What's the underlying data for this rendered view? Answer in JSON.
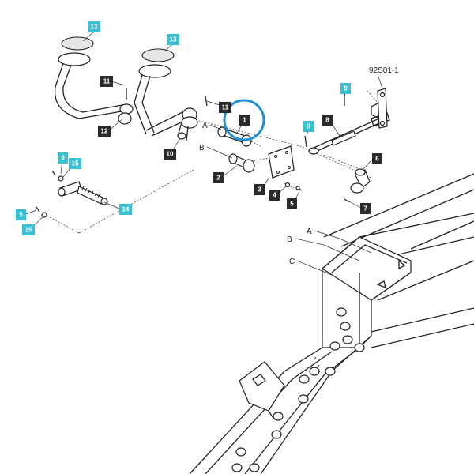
{
  "drawing_code": "92S01-1",
  "callout_colors": {
    "dark": "#2b2b2b",
    "cyan": "#39c0d2",
    "highlight": "#1e90d8"
  },
  "highlighted_part": "1",
  "callouts": [
    {
      "id": "c13a",
      "num": "13",
      "style": "cyan"
    },
    {
      "id": "c13b",
      "num": "13",
      "style": "cyan"
    },
    {
      "id": "c11a",
      "num": "11",
      "style": "dark"
    },
    {
      "id": "c11b",
      "num": "11",
      "style": "dark"
    },
    {
      "id": "c1",
      "num": "1",
      "style": "dark"
    },
    {
      "id": "c12",
      "num": "12",
      "style": "dark"
    },
    {
      "id": "c10",
      "num": "10",
      "style": "dark"
    },
    {
      "id": "c2",
      "num": "2",
      "style": "dark"
    },
    {
      "id": "c3",
      "num": "3",
      "style": "dark"
    },
    {
      "id": "c4",
      "num": "4",
      "style": "dark"
    },
    {
      "id": "c5",
      "num": "5",
      "style": "dark"
    },
    {
      "id": "c6",
      "num": "6",
      "style": "dark"
    },
    {
      "id": "c7",
      "num": "7",
      "style": "dark"
    },
    {
      "id": "c8",
      "num": "8",
      "style": "dark"
    },
    {
      "id": "c9a",
      "num": "9",
      "style": "cyan"
    },
    {
      "id": "c9b",
      "num": "9",
      "style": "cyan"
    },
    {
      "id": "c9c",
      "num": "9",
      "style": "cyan"
    },
    {
      "id": "c9d",
      "num": "9",
      "style": "cyan"
    },
    {
      "id": "c15a",
      "num": "15",
      "style": "cyan"
    },
    {
      "id": "c15b",
      "num": "15",
      "style": "cyan"
    },
    {
      "id": "c14",
      "num": "14",
      "style": "cyan"
    }
  ],
  "reference_letters": {
    "pin_a": "A",
    "pin_b": "B",
    "frame_a": "A",
    "frame_b": "B",
    "frame_c": "C"
  }
}
